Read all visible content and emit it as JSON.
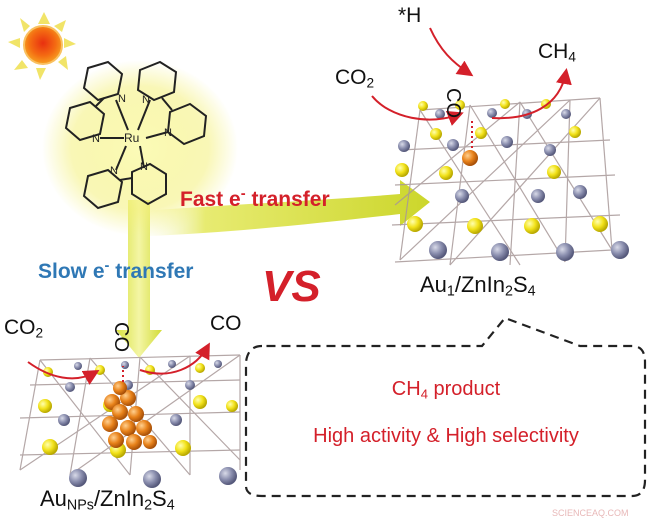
{
  "figure": {
    "type": "photocatalysis-mechanism-diagram",
    "colors": {
      "arrow_red": "#d4202a",
      "slow_text_blue": "#2f78b5",
      "transfer_band_yellow": "#d8e02a",
      "sulfur_yellow": "#f0e020",
      "metal_grey": "#8488a8",
      "gold_orange": "#e88a1a",
      "sun_orange": "#f06010"
    }
  },
  "photosensitizer": {
    "label": "Ru",
    "ligand_atom": "N",
    "ligand_count": 3
  },
  "fast_transfer": {
    "prefix": "Fast e",
    "sup": "-",
    "suffix": " transfer"
  },
  "slow_transfer": {
    "prefix": "Slow e",
    "sup": "-",
    "suffix": " transfer"
  },
  "vs_label": "VS",
  "single_atom_catalyst": {
    "h_label": "*H",
    "reactant": {
      "main": "CO",
      "sub": "2"
    },
    "product": {
      "main": "CH",
      "sub": "4"
    },
    "adsorbate": "CO",
    "name": {
      "a": "Au",
      "a_sub": "1",
      "b": "/ZnIn",
      "b_sub": "2",
      "c": "S",
      "c_sub": "4"
    }
  },
  "nanoparticle_catalyst": {
    "reactant": {
      "main": "CO",
      "sub": "2"
    },
    "product": "CO",
    "adsorbate": "CO",
    "name": {
      "a": "Au",
      "a_sub": "NPs",
      "b": "/ZnIn",
      "b_sub": "2",
      "c": "S",
      "c_sub": "4"
    }
  },
  "callout": {
    "line1_main": "CH",
    "line1_sub": "4",
    "line1_rest": " product",
    "line2": "High activity & High selectivity"
  },
  "watermark": "SCIENCEAQ.COM"
}
